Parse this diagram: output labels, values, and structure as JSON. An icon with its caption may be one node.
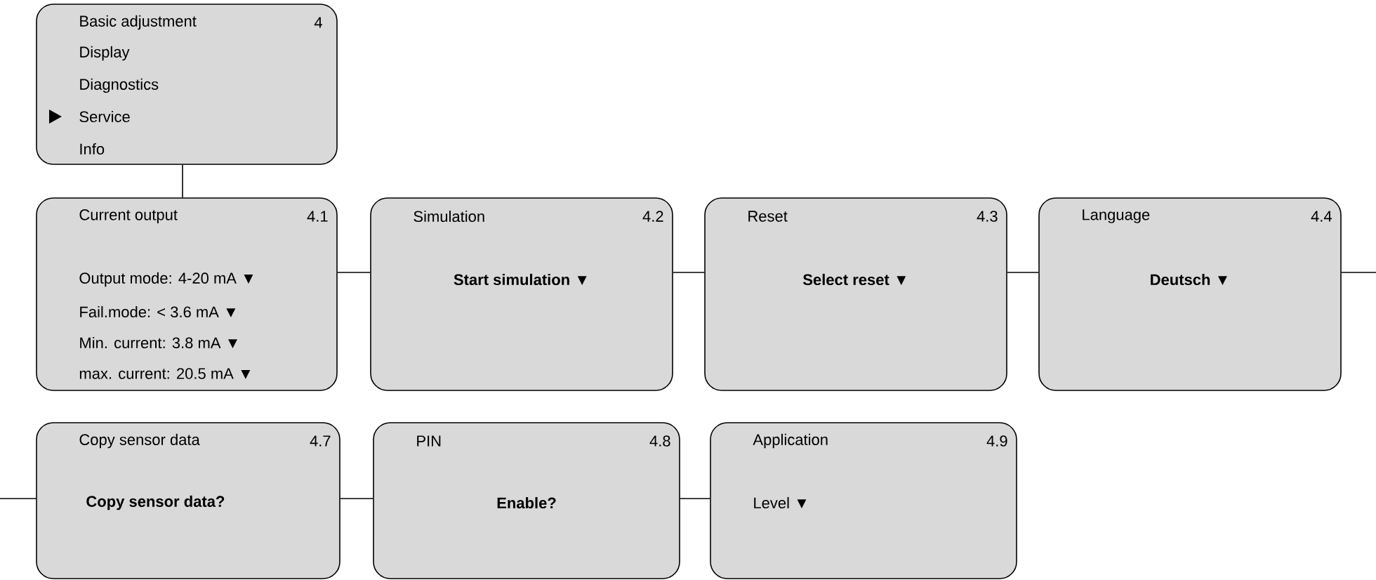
{
  "diagram": {
    "nodes": [
      {
        "text": [
          "Basic adjustment",
          "4",
          "Display",
          "Diagnostics",
          "Service",
          "Info"
        ]
      },
      {
        "text": [
          "Current output",
          "4.1",
          "Output mode: 4-20 mA ▼",
          "Fail.mode: < 3.6 mA ▼",
          "Min. current: 3.8 mA ▼",
          "max. current: 20.5 mA ▼"
        ]
      },
      {
        "text": [
          "Simulation",
          "4.2",
          "Start simulation ▼"
        ]
      },
      {
        "text": [
          "Reset",
          "4.3",
          "Select reset ▼"
        ]
      },
      {
        "text": [
          "Language",
          "4.4",
          "Deutsch ▼"
        ]
      },
      {
        "text": [
          "Copy sensor data",
          "4.7",
          "Copy sensor data?"
        ]
      },
      {
        "text": [
          "PIN",
          "4.8",
          "Enable?"
        ]
      },
      {
        "text": [
          "Application",
          "4.9",
          "Level ▼"
        ]
      }
    ],
    "edges": [
      {
        "from": 0,
        "to": 1,
        "arrow": "none"
      },
      {
        "from": 1,
        "to": 2,
        "arrow": "none"
      },
      {
        "from": 2,
        "to": 3,
        "arrow": "none"
      },
      {
        "from": 3,
        "to": 4,
        "arrow": "none"
      },
      {
        "from": 4,
        "to": null,
        "arrow": "none"
      },
      {
        "from": null,
        "to": 5,
        "arrow": "none"
      },
      {
        "from": 5,
        "to": 6,
        "arrow": "none"
      },
      {
        "from": 6,
        "to": 7,
        "arrow": "none"
      }
    ]
  }
}
